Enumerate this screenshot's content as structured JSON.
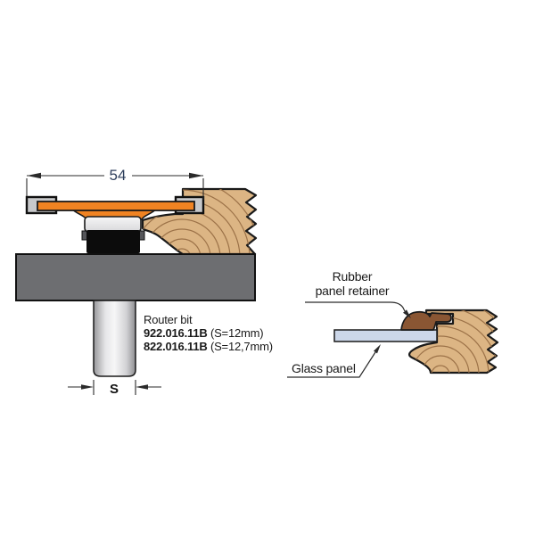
{
  "colors": {
    "cutter_orange": "#F08322",
    "carbide_gray": "#C7C8CA",
    "table_gray": "#6D6E71",
    "wood_tan": "#DCB584",
    "wood_grain": "#9C7248",
    "rubber_brown": "#8A5633",
    "glass_blue": "#CCD7E9",
    "nut_black": "#0C0C0C",
    "dimension_text_blue": "#2E3F5C",
    "line_dark": "#2a2a2a"
  },
  "left_diagram": {
    "diameter_dimension": "54",
    "shank_dimension": "S",
    "caption": {
      "title": "Router bit",
      "items": [
        {
          "code": "922.016.11B",
          "spec": " (S=12mm)"
        },
        {
          "code": "822.016.11B",
          "spec": " (S=12,7mm)"
        }
      ]
    }
  },
  "right_diagram": {
    "labels": {
      "rubber_line1": "Rubber",
      "rubber_line2": "panel retainer",
      "glass": "Glass panel"
    }
  }
}
